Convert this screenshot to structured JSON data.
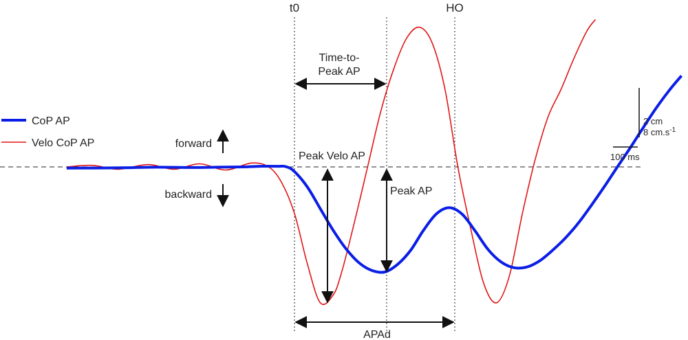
{
  "colors": {
    "cop": "#0a1ee6",
    "velo": "#e01414",
    "ink": "#111111"
  },
  "legend": [
    {
      "label": "CoP AP",
      "color": "#0a1ee6",
      "style": "thick"
    },
    {
      "label": "Velo CoP AP",
      "color": "#e01414",
      "style": "thin"
    }
  ],
  "markers": {
    "t0": "t0",
    "ho": "HO"
  },
  "annotations": {
    "ttp_line1": "Time-to-",
    "ttp_line2": "Peak AP",
    "peak_velo": "Peak Velo AP",
    "peak_ap": "Peak AP",
    "apad": "APAd",
    "forward": "forward",
    "backward": "backward"
  },
  "scale_bar": {
    "v_label_1": "2 cm",
    "v_label_2": "8 cm.s",
    "v_label_2_sup": "-1",
    "h_label": "100 ms"
  },
  "chart_data": {
    "type": "line",
    "title": "",
    "xlabel": "",
    "ylabel": "",
    "x_unit": "ms",
    "x_ref_zero": "t0",
    "baseline_y": 0,
    "series": [
      {
        "name": "CoP AP",
        "unit": "cm",
        "x": [
          -265,
          -200,
          -160,
          -120,
          -90,
          -60,
          -40,
          -20,
          -10,
          0,
          15,
          30,
          45,
          60,
          75,
          90,
          105,
          120,
          135,
          150,
          165,
          180,
          195,
          210,
          225,
          240,
          255,
          270,
          285,
          300,
          315,
          330,
          345,
          360,
          375,
          390,
          405,
          420,
          435,
          450
        ],
        "y": [
          -0.04,
          -0.03,
          -0.01,
          -0.02,
          -0.01,
          0.0,
          0.02,
          0.02,
          0.01,
          -0.15,
          -0.65,
          -1.35,
          -2.05,
          -2.65,
          -3.1,
          -3.35,
          -3.4,
          -3.15,
          -2.7,
          -2.05,
          -1.52,
          -1.32,
          -1.53,
          -2.07,
          -2.67,
          -3.07,
          -3.26,
          -3.24,
          -3.04,
          -2.7,
          -2.3,
          -1.82,
          -1.25,
          -0.65,
          -0.02,
          0.6,
          1.25,
          1.88,
          2.45,
          2.95
        ]
      },
      {
        "name": "Velo CoP AP",
        "unit": "cm.s-1",
        "x": [
          -265,
          -235,
          -205,
          -170,
          -140,
          -110,
          -80,
          -50,
          -30,
          -15,
          0,
          15,
          30,
          45,
          55,
          70,
          85,
          100,
          115,
          130,
          145,
          160,
          175,
          190,
          205,
          220,
          235,
          250,
          265,
          280,
          295,
          310,
          325,
          340,
          350
        ],
        "y": [
          0.0,
          0.2,
          -0.3,
          0.3,
          -0.3,
          0.4,
          -0.4,
          0.5,
          0.0,
          -2.0,
          -6.0,
          -12.5,
          -17.5,
          -16.5,
          -13.5,
          -7.0,
          0.0,
          7.0,
          12.5,
          16.5,
          18.0,
          16.0,
          10.0,
          0.0,
          -8.0,
          -15.0,
          -17.5,
          -14.0,
          -6.0,
          1.0,
          6.5,
          10.0,
          14.0,
          17.5,
          19.0
        ]
      }
    ],
    "events": [
      {
        "name": "t0",
        "x": 0
      },
      {
        "name": "Peak AP",
        "x": 105
      },
      {
        "name": "HO",
        "x": 190
      }
    ],
    "annotated_values": {
      "peak_ap_cm": -3.4,
      "peak_velo_ap_cm_s": -17.5,
      "time_to_peak_ap_ms": 105,
      "apad_ms": 190
    },
    "grid": false,
    "legend_position": "left"
  }
}
